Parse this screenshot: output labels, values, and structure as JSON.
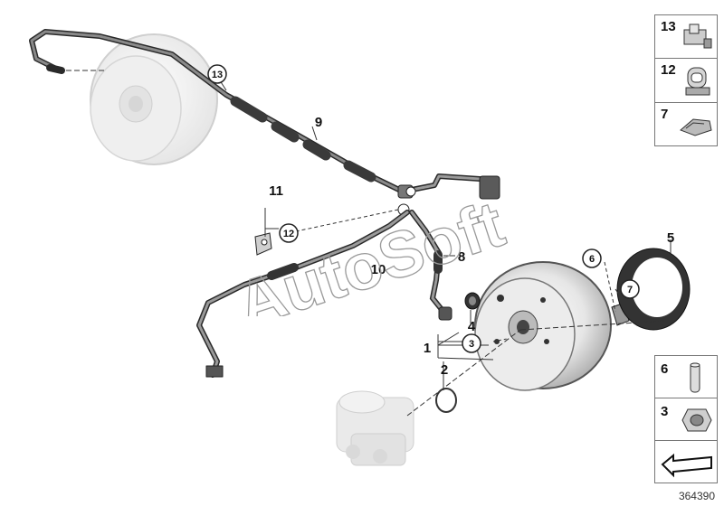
{
  "diagram": {
    "callouts": {
      "c1": "1",
      "c2": "2",
      "c3": "3",
      "c4": "4",
      "c5": "5",
      "c6": "6",
      "c7": "7",
      "c8": "8",
      "c9": "9",
      "c10": "10",
      "c11": "11",
      "c12": "12",
      "c13": "13"
    },
    "watermark": "AutoSoft",
    "reference_id": "364390"
  },
  "side_legend_top": [
    {
      "num": "13",
      "icon": "clip-13-icon"
    },
    {
      "num": "12",
      "icon": "clamp-12-icon"
    },
    {
      "num": "7",
      "icon": "bracket-7-icon"
    }
  ],
  "side_legend_bottom": [
    {
      "num": "6",
      "icon": "pin-6-icon"
    },
    {
      "num": "3",
      "icon": "nut-3-icon"
    }
  ],
  "colors": {
    "line": "#2a2a2a",
    "hose": "#555555",
    "ghost": "#d8d8d8",
    "accent": "#111111"
  }
}
